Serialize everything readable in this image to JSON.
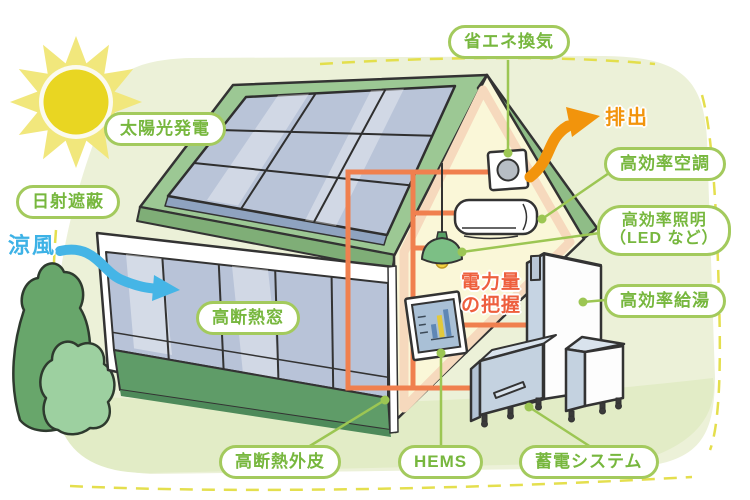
{
  "labels": {
    "ventilation": "省エネ換気",
    "solar_power": "太陽光発電",
    "solar_shading": "日射遮蔽",
    "insulated_window": "高断熱窓",
    "efficient_ac": "高効率空調",
    "efficient_lighting_l1": "高効率照明",
    "efficient_lighting_l2": "（LED など）",
    "efficient_hot_water": "高効率給湯",
    "insulated_envelope": "高断熱外皮",
    "hems": "HEMS",
    "battery_system": "蓄電システム",
    "cool_breeze": "涼風",
    "exhaust": "排出",
    "power_monitor_l1": "電力量",
    "power_monitor_l2": "の把握"
  },
  "icons": [
    "sun-icon",
    "house",
    "solar-panel",
    "roof",
    "gable-cutaway",
    "insulation-layer",
    "window-wall",
    "ventilation-fan-icon",
    "air-conditioner-icon",
    "pendant-lamp-icon",
    "hems-monitor-icon",
    "water-heater-icon",
    "battery-units-icon",
    "trees-icon",
    "cool-breeze-arrow-icon",
    "exhaust-arrow-icon",
    "wiring",
    "leader-lines"
  ],
  "colors": {
    "label_text_green": "#77b73e",
    "pill_border_green": "#a3ca5d",
    "leader_green": "#9cc653",
    "wire_orange": "#f0804f",
    "exhaust_orange": "#f2940c",
    "breeze_blue": "#3db2e6",
    "power_text_red": "#ee5f3e",
    "roof_green": "#9cc894",
    "base_green": "#5f9c68",
    "wall_cream": "#faf7d8",
    "insulation_peach": "#f6d9bd",
    "panel_blue": "#b9c4d8",
    "background_green": "#ecf1d8",
    "ground_green": "#e2ecc6",
    "sun_yellow": "#e9d622"
  }
}
